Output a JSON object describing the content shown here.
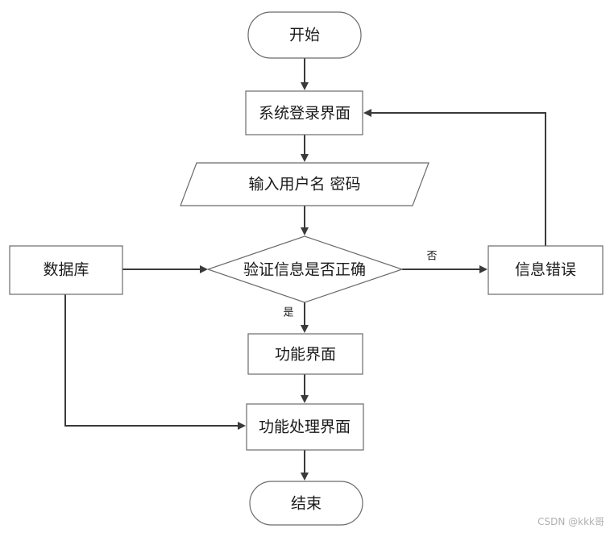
{
  "nodes": {
    "start": "开始",
    "login_ui": "系统登录界面",
    "input": "输入用户名 密码",
    "verify": "验证信息是否正确",
    "database": "数据库",
    "error": "信息错误",
    "function_ui": "功能界面",
    "process_ui": "功能处理界面",
    "end": "结束"
  },
  "edges": {
    "no": "否",
    "yes": "是"
  },
  "watermark": "CSDN @kkk哥"
}
